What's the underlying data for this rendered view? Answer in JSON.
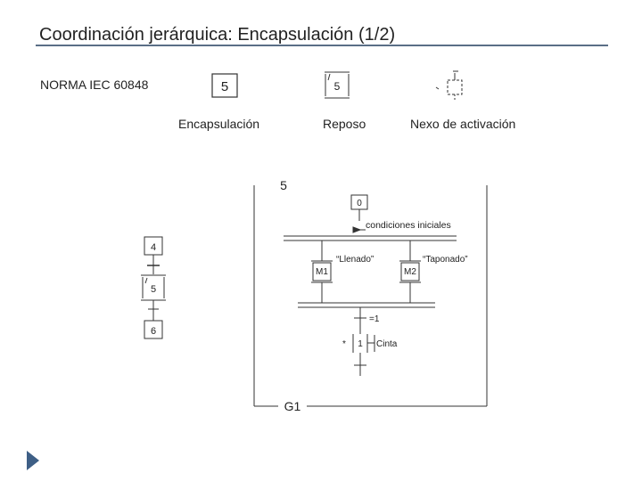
{
  "header": {
    "title": "Coordinación jerárquica: Encapsulación (1/2)"
  },
  "legend": {
    "norma": "NORMA IEC 60848",
    "encapsulation": {
      "step": "5",
      "caption": "Encapsulación"
    },
    "rest": {
      "step": "5",
      "caption": "Reposo"
    },
    "activation_link": {
      "caption": "Nexo de activación"
    }
  },
  "main": {
    "enclosure": {
      "step": "5",
      "graph": "G1"
    },
    "init_step": "0",
    "initial_conditions": "condiciones iniciales",
    "macro_m1": {
      "label": "M1",
      "name": "“Llenado”"
    },
    "macro_m2": {
      "label": "M2",
      "name": "“Taponado”"
    },
    "transition_eq": "=1",
    "step1": {
      "number": "1",
      "action": "Cinta",
      "marker": "*"
    }
  },
  "sequence": {
    "step_before": "4",
    "step_encapsulated": "5",
    "step_after": "6"
  },
  "colors": {
    "title_rule": "#5a6e86",
    "nav_arrow": "#3e5f86",
    "line": "#333333"
  }
}
